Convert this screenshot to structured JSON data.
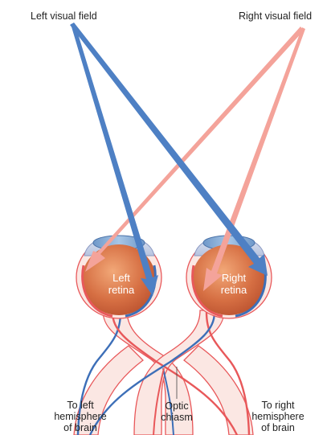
{
  "labels": {
    "left_visual_field": "Left visual field",
    "right_visual_field": "Right visual field",
    "left_retina": [
      "Left",
      "retina"
    ],
    "right_retina": [
      "Right",
      "retina"
    ],
    "to_left_hemisphere": [
      "To left",
      "hemisphere",
      "of brain"
    ],
    "optic_chiasm": [
      "Optic",
      "chiasm"
    ],
    "to_right_hemisphere": [
      "To right",
      "hemisphere",
      "of brain"
    ]
  },
  "colors": {
    "left_field_arrow": "#4e80c4",
    "right_field_arrow": "#f4a39a",
    "eyeball": "#c55a35",
    "retina_blue": "#3d6fb8",
    "retina_red": "#e8585a",
    "lens": "#8fb4d9",
    "nerve_sheath": "#fbe7e3"
  }
}
